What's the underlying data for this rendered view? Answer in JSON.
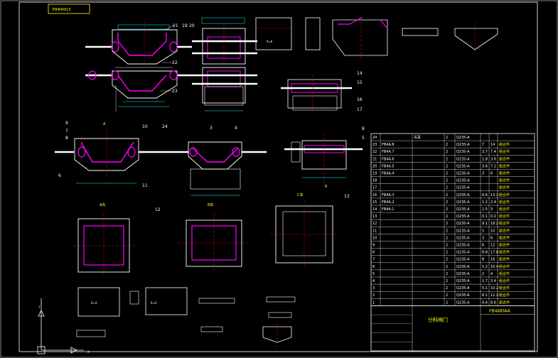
{
  "drawing_title": "ЛЯЖКИ1З",
  "colors": {
    "background": "#000000",
    "frame": "#ffffff",
    "outline": "#ffffff",
    "dimension": "#00ffff",
    "centerline": "#ff0000",
    "part": "#ff00ff",
    "text": "#ffff00",
    "table": "#ffffff"
  },
  "icons": {
    "ucs": "ucs-axis-icon",
    "cursor": "crosshair-icon"
  },
  "views": {
    "A": "A",
    "A1": "A向",
    "B": "B向",
    "C": "C向"
  },
  "callouts": {
    "v1": [
      "21",
      "19",
      "20"
    ],
    "v1b": [
      "22",
      "23"
    ],
    "v2": [
      "14",
      "15",
      "16",
      "17"
    ],
    "v3": [
      "9",
      "7",
      "8",
      "6",
      "10",
      "11",
      "24"
    ],
    "v4": [
      "3",
      "4"
    ],
    "v5": [
      "8",
      "5"
    ],
    "v6": [
      "12"
    ],
    "v7": [
      "13"
    ]
  },
  "parts_table": {
    "rows": [
      {
        "no": "24",
        "code": "",
        "name": "吊耳",
        "qty": "2",
        "mat": "Q235-A",
        "m1": "",
        "m2": "",
        "note": ""
      },
      {
        "no": "23",
        "code": "FB4A.8",
        "name": "",
        "qty": "2",
        "mat": "Q235-A",
        "m1": "7",
        "m2": "14",
        "note": "组合件"
      },
      {
        "no": "22",
        "code": "FB4A.7",
        "name": "",
        "qty": "2",
        "mat": "Q235-A",
        "m1": "3.7",
        "m2": "7.4",
        "note": "组合件"
      },
      {
        "no": "21",
        "code": "FB4A.6",
        "name": "",
        "qty": "2",
        "mat": "Q235-A",
        "m1": "1.8",
        "m2": "3.6",
        "note": "组合件"
      },
      {
        "no": "20",
        "code": "FB4A.5",
        "name": "",
        "qty": "2",
        "mat": "Q235-A",
        "m1": "3.6",
        "m2": "7.2",
        "note": "组合件"
      },
      {
        "no": "19",
        "code": "FB4A.4",
        "name": "",
        "qty": "2",
        "mat": "Q235-A",
        "m1": "3",
        "m2": "6",
        "note": "组合件"
      },
      {
        "no": "18",
        "code": "",
        "name": "",
        "qty": "2",
        "mat": "Q235-A",
        "m1": "",
        "m2": "",
        "note": "组合件"
      },
      {
        "no": "17",
        "code": "",
        "name": "",
        "qty": "2",
        "mat": "Q235-A",
        "m1": "",
        "m2": "",
        "note": "组合件"
      },
      {
        "no": "16",
        "code": "FB4A.3",
        "name": "",
        "qty": "2",
        "mat": "Q235-A",
        "m1": "6.6",
        "m2": "13.2",
        "note": "组合件"
      },
      {
        "no": "15",
        "code": "FB4A.2",
        "name": "",
        "qty": "2",
        "mat": "Q235-A",
        "m1": "1.2",
        "m2": "2.4",
        "note": "组合件"
      },
      {
        "no": "14",
        "code": "FB4A.1",
        "name": "",
        "qty": "2",
        "mat": "Q235-A",
        "m1": "1.5",
        "m2": "3",
        "note": "组合件"
      },
      {
        "no": "13",
        "code": "",
        "name": "",
        "qty": "2",
        "mat": "Q235-A",
        "m1": "0.1",
        "m2": "0.2",
        "note": "组合件"
      },
      {
        "no": "12",
        "code": "",
        "name": "",
        "qty": "2",
        "mat": "Q235-A",
        "m1": "9.1",
        "m2": "18.2",
        "note": "组合件"
      },
      {
        "no": "11",
        "code": "",
        "name": "",
        "qty": "2",
        "mat": "Q235-A",
        "m1": "5",
        "m2": "10",
        "note": "组合件"
      },
      {
        "no": "10",
        "code": "",
        "name": "",
        "qty": "2",
        "mat": "Q235-A",
        "m1": "3",
        "m2": "6",
        "note": "组合件"
      },
      {
        "no": "9",
        "code": "",
        "name": "",
        "qty": "2",
        "mat": "Q235-A",
        "m1": "6",
        "m2": "12",
        "note": "组合件"
      },
      {
        "no": "8",
        "code": "",
        "name": "",
        "qty": "2",
        "mat": "Q235-A",
        "m1": "8.8",
        "m2": "17.6",
        "note": "组合件"
      },
      {
        "no": "7",
        "code": "",
        "name": "",
        "qty": "2",
        "mat": "Q235-A",
        "m1": "8",
        "m2": "16",
        "note": "组合件"
      },
      {
        "no": "6",
        "code": "",
        "name": "",
        "qty": "2",
        "mat": "Q235-A",
        "m1": "5.2",
        "m2": "10.4",
        "note": "组合件"
      },
      {
        "no": "5",
        "code": "",
        "name": "",
        "qty": "2",
        "mat": "Q235-A",
        "m1": "2",
        "m2": "4",
        "note": "组合件"
      },
      {
        "no": "4",
        "code": "",
        "name": "",
        "qty": "2",
        "mat": "Q235-A",
        "m1": "1.7",
        "m2": "3.4",
        "note": "组合件"
      },
      {
        "no": "3",
        "code": "",
        "name": "",
        "qty": "2",
        "mat": "Q235-A",
        "m1": "5.1",
        "m2": "10.2",
        "note": "组合件"
      },
      {
        "no": "2",
        "code": "",
        "name": "",
        "qty": "2",
        "mat": "Q235-A",
        "m1": "6.1",
        "m2": "12.2",
        "note": "组合件"
      },
      {
        "no": "1",
        "code": "",
        "name": "",
        "qty": "2",
        "mat": "Q235-A",
        "m1": "4.4",
        "m2": "8.8",
        "note": "组合件"
      }
    ],
    "title_block": {
      "drawing_no": "FB4AKIAA",
      "name": "分料阀门"
    }
  }
}
